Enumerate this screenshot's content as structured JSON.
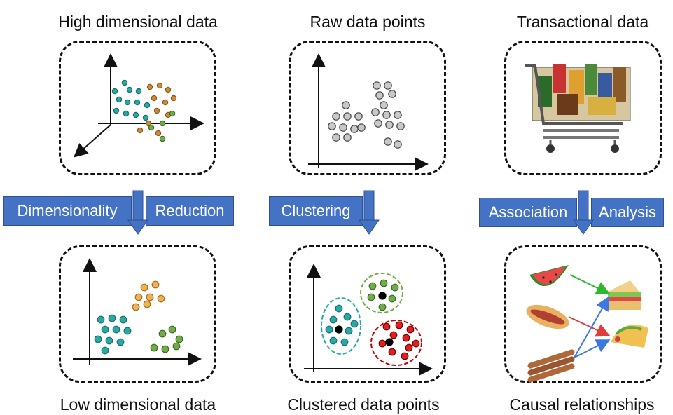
{
  "columns": [
    {
      "top_caption": "High dimensional data",
      "bottom_caption": "Low dimensional data",
      "method_left": "Dimensionality",
      "method_right": "Reduction"
    },
    {
      "top_caption": "Raw data points",
      "bottom_caption": "Clustered data points",
      "method_left": "Clustering"
    },
    {
      "top_caption": "Transactional data",
      "bottom_caption": "Causal relationships",
      "method_left": "Association",
      "method_right": "Analysis"
    }
  ],
  "colors": {
    "method_box": "#4472c4",
    "cluster_teal": "#27a9a6",
    "cluster_green": "#70ad47",
    "cluster_orange": "#f0b050",
    "cluster_red": "#c00000",
    "raw_points": "#c8c8c8"
  },
  "icons": [
    "shopping-cart-icon",
    "watermelon-icon",
    "sandwich-icon",
    "hotdog-icon",
    "taco-icon",
    "cinnamon-sticks-icon"
  ]
}
